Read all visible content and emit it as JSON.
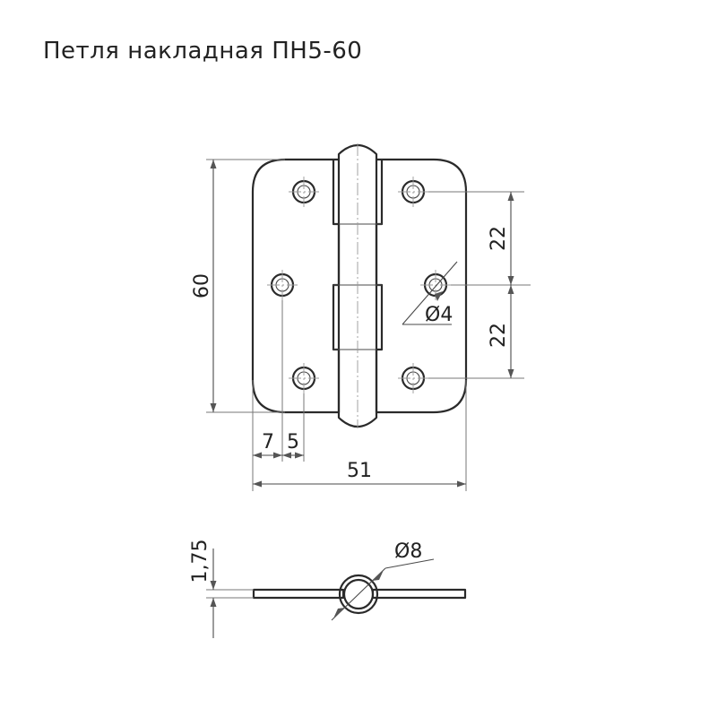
{
  "title": "Петля накладная ПН5-60",
  "dimensions": {
    "height": "60",
    "hole_spacing_upper": "22",
    "hole_spacing_lower": "22",
    "hole_diameter": "Ø4",
    "offset_edge": "7",
    "offset_hole": "5",
    "width": "51",
    "thickness": "1,75",
    "knuckle_diameter": "Ø8"
  }
}
